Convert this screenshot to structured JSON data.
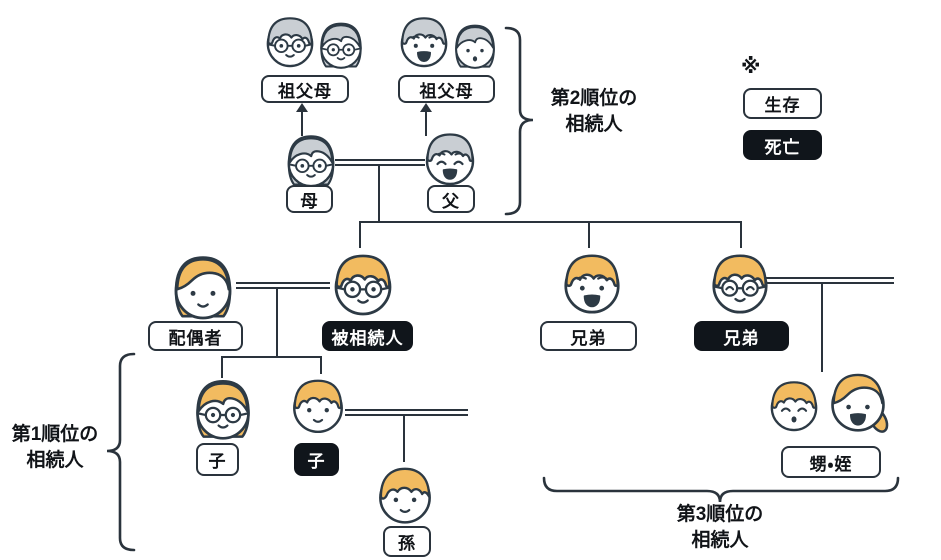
{
  "legend": {
    "note_mark": "※",
    "alive_label": "生存",
    "deceased_label": "死亡"
  },
  "groups": {
    "second_order": {
      "line1": "第2順位の",
      "line2": "相続人"
    },
    "first_order": {
      "line1": "第1順位の",
      "line2": "相続人"
    },
    "third_order": {
      "line1": "第3順位の",
      "line2": "相続人"
    }
  },
  "people": {
    "maternal_grandparents": {
      "label": "祖父母",
      "status": "alive"
    },
    "paternal_grandparents": {
      "label": "祖父母",
      "status": "alive"
    },
    "mother": {
      "label": "母",
      "status": "alive"
    },
    "father": {
      "label": "父",
      "status": "alive"
    },
    "spouse": {
      "label": "配偶者",
      "status": "alive"
    },
    "decedent": {
      "label": "被相続人",
      "status": "deceased"
    },
    "sibling_alive": {
      "label": "兄弟",
      "status": "alive"
    },
    "sibling_deceased": {
      "label": "兄弟",
      "status": "deceased"
    },
    "child_alive": {
      "label": "子",
      "status": "alive"
    },
    "child_deceased": {
      "label": "子",
      "status": "deceased"
    },
    "grandchild": {
      "label": "孫",
      "status": "alive"
    },
    "nephew_niece": {
      "label": "甥・姪",
      "status": "alive"
    }
  },
  "colors": {
    "line": "#2a333c",
    "outline": "#2d3a45",
    "hair_gray": "#c9ced3",
    "hair_orange": "#f2bb60",
    "deceased_box_bg": "#10151b",
    "alive_box_bg": "#ffffff",
    "text": "#111418"
  }
}
